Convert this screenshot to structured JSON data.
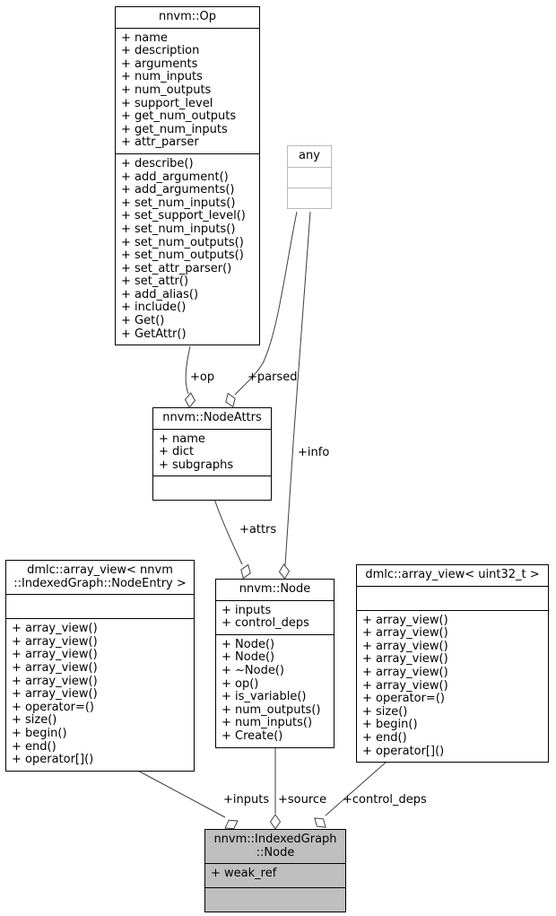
{
  "diagram": {
    "type": "uml-collaboration-graph",
    "background_color": "#ffffff",
    "edge_color": "#3d3d3d",
    "current_node_fill": "#bfbfbf",
    "external_node_border": "#b9b9b9",
    "classes": [
      {
        "title": "nnvm::Op",
        "attributes": [
          "+ name",
          "+ description",
          "+ arguments",
          "+ num_inputs",
          "+ num_outputs",
          "+ support_level",
          "+ get_num_outputs",
          "+ get_num_inputs",
          "+ attr_parser"
        ],
        "methods": [
          "+ describe()",
          "+ add_argument()",
          "+ add_arguments()",
          "+ set_num_inputs()",
          "+ set_support_level()",
          "+ set_num_inputs()",
          "+ set_num_outputs()",
          "+ set_num_outputs()",
          "+ set_attr_parser()",
          "+ set_attr()",
          "+ add_alias()",
          "+ include()",
          "+ Get()",
          "+ GetAttr()"
        ]
      },
      {
        "title": "any",
        "attributes": [],
        "methods": []
      },
      {
        "title": "nnvm::NodeAttrs",
        "attributes": [
          "+ name",
          "+ dict",
          "+ subgraphs"
        ],
        "methods": []
      },
      {
        "title": "nnvm::Node",
        "attributes": [
          "+ inputs",
          "+ control_deps"
        ],
        "methods": [
          "+ Node()",
          "+ Node()",
          "+ ~Node()",
          "+ op()",
          "+ is_variable()",
          "+ num_outputs()",
          "+ num_inputs()",
          "+ Create()"
        ]
      },
      {
        "title": "dmlc::array_view< nnvm\n::IndexedGraph::NodeEntry >",
        "attributes": [],
        "methods": [
          "+ array_view()",
          "+ array_view()",
          "+ array_view()",
          "+ array_view()",
          "+ array_view()",
          "+ array_view()",
          "+ operator=()",
          "+ size()",
          "+ begin()",
          "+ end()",
          "+ operator[]()"
        ]
      },
      {
        "title": "dmlc::array_view< uint32_t >",
        "attributes": [],
        "methods": [
          "+ array_view()",
          "+ array_view()",
          "+ array_view()",
          "+ array_view()",
          "+ array_view()",
          "+ array_view()",
          "+ operator=()",
          "+ size()",
          "+ begin()",
          "+ end()",
          "+ operator[]()"
        ]
      },
      {
        "title": "nnvm::IndexedGraph\n::Node",
        "attributes": [
          "+ weak_ref"
        ],
        "methods": []
      }
    ],
    "edges": [
      {
        "label": "+op"
      },
      {
        "label": "+parsed"
      },
      {
        "label": "+info"
      },
      {
        "label": "+attrs"
      },
      {
        "label": "+inputs"
      },
      {
        "label": "+source"
      },
      {
        "label": "+control_deps"
      }
    ]
  }
}
